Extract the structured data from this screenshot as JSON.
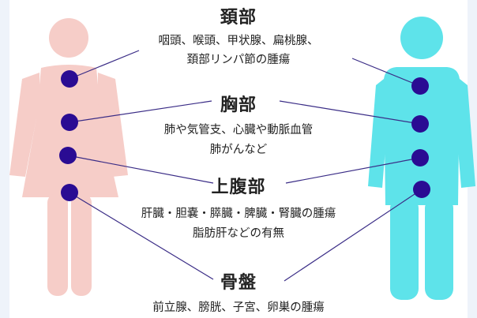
{
  "colors": {
    "female_figure": "#f6cdc8",
    "male_figure": "#5ee3ea",
    "marker": "#2a0c93",
    "connector": "#3a2c86",
    "edge_tint": "#eef3fa"
  },
  "regions": [
    {
      "heading": "頚部",
      "details": [
        "咽頭、喉頭、甲状腺、扁桃腺、",
        "頚部リンパ節の腫瘍"
      ]
    },
    {
      "heading": "胸部",
      "details": [
        "肺や気管支、心臓や動脈血管",
        "肺がんなど"
      ]
    },
    {
      "heading": "上腹部",
      "details": [
        "肝臓・胆嚢・膵臓・脾臓・腎臓の腫瘍",
        "脂肪肝などの有無"
      ]
    },
    {
      "heading": "骨盤",
      "details": [
        "前立腺、膀胱、子宮、卵巣の腫瘍"
      ]
    }
  ]
}
